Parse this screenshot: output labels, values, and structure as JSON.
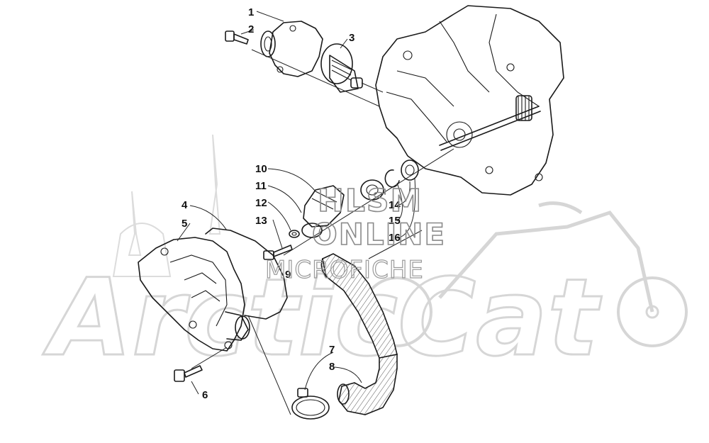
{
  "callouts": [
    {
      "id": "1",
      "label": "1"
    },
    {
      "id": "2",
      "label": "2"
    },
    {
      "id": "3",
      "label": "3"
    },
    {
      "id": "4",
      "label": "4"
    },
    {
      "id": "5",
      "label": "5"
    },
    {
      "id": "6",
      "label": "6"
    },
    {
      "id": "7",
      "label": "7"
    },
    {
      "id": "8",
      "label": "8"
    },
    {
      "id": "9",
      "label": "9"
    },
    {
      "id": "10",
      "label": "10"
    },
    {
      "id": "11",
      "label": "11"
    },
    {
      "id": "12",
      "label": "12"
    },
    {
      "id": "13",
      "label": "13"
    },
    {
      "id": "14",
      "label": "14"
    },
    {
      "id": "15",
      "label": "15"
    },
    {
      "id": "16",
      "label": "16"
    }
  ],
  "watermark": {
    "line1": "HLSM",
    "line2": "ONLINE",
    "line3": "MICROFICHE"
  },
  "brand_logo": {
    "text": "ArcticCat"
  },
  "colors": {
    "ink": "#1a1a1a",
    "watermark": "#8a8a8a",
    "logo": "#d6d6d6"
  }
}
